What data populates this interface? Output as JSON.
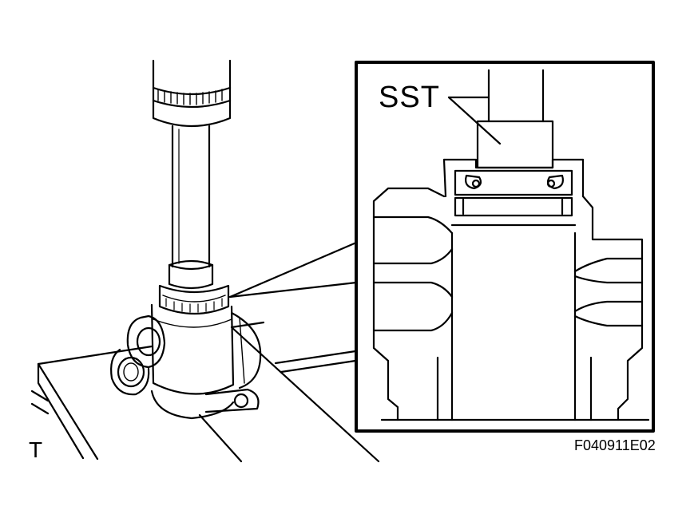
{
  "labels": {
    "tool": "SST",
    "corner_mark": "T",
    "figure_code": "F040911E02"
  },
  "colors": {
    "line": "#000000",
    "background": "#ffffff"
  }
}
